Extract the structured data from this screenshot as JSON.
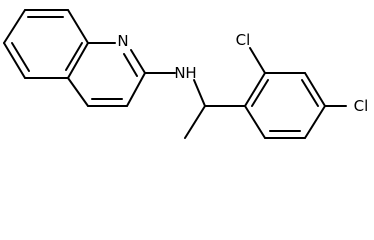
{
  "molecule": {
    "atoms": [
      {
        "id": "n1",
        "label": "N"
      },
      {
        "id": "nh",
        "label": "N"
      },
      {
        "id": "h",
        "label": "H"
      },
      {
        "id": "cl1",
        "label": "Cl"
      },
      {
        "id": "cl2",
        "label": "Cl"
      }
    ],
    "colors": {
      "bond": "#000000",
      "text": "#000000",
      "background": "#ffffff"
    }
  }
}
